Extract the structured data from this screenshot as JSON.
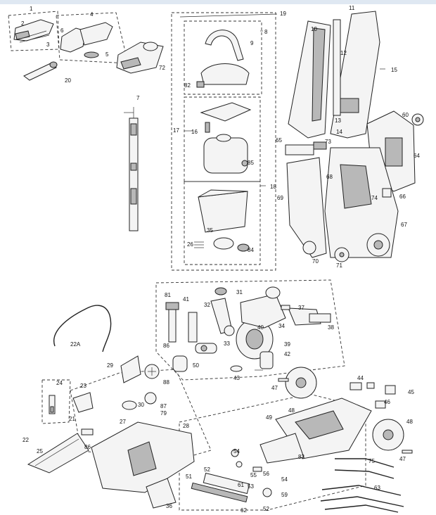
{
  "callouts": [
    {
      "id": "c1",
      "text": "1"
    },
    {
      "id": "c2",
      "text": "2"
    },
    {
      "id": "c3",
      "text": "3"
    },
    {
      "id": "c4",
      "text": "4"
    },
    {
      "id": "c5",
      "text": "5"
    },
    {
      "id": "c6",
      "text": "6"
    },
    {
      "id": "c7",
      "text": "7"
    },
    {
      "id": "c8",
      "text": "8"
    },
    {
      "id": "c9",
      "text": "9"
    },
    {
      "id": "c10",
      "text": "10"
    },
    {
      "id": "c11",
      "text": "11"
    },
    {
      "id": "c12",
      "text": "12"
    },
    {
      "id": "c13",
      "text": "13"
    },
    {
      "id": "c14",
      "text": "14"
    },
    {
      "id": "c15",
      "text": "15"
    },
    {
      "id": "c16",
      "text": "16"
    },
    {
      "id": "c17",
      "text": "17"
    },
    {
      "id": "c18",
      "text": "18"
    },
    {
      "id": "c19",
      "text": "19"
    },
    {
      "id": "c20",
      "text": "20"
    },
    {
      "id": "c21",
      "text": "21"
    },
    {
      "id": "c22",
      "text": "22"
    },
    {
      "id": "c22a",
      "text": "22A"
    },
    {
      "id": "c23",
      "text": "23"
    },
    {
      "id": "c24",
      "text": "24"
    },
    {
      "id": "c25",
      "text": "25"
    },
    {
      "id": "c26",
      "text": "26"
    },
    {
      "id": "c27",
      "text": "27"
    },
    {
      "id": "c28",
      "text": "28"
    },
    {
      "id": "c29",
      "text": "29"
    },
    {
      "id": "c30",
      "text": "30"
    },
    {
      "id": "c31",
      "text": "31"
    },
    {
      "id": "c32",
      "text": "32"
    },
    {
      "id": "c33",
      "text": "33"
    },
    {
      "id": "c34",
      "text": "34"
    },
    {
      "id": "c35",
      "text": "35"
    },
    {
      "id": "c36",
      "text": "36"
    },
    {
      "id": "c37",
      "text": "37"
    },
    {
      "id": "c38",
      "text": "38"
    },
    {
      "id": "c39",
      "text": "39"
    },
    {
      "id": "c40",
      "text": "40"
    },
    {
      "id": "c41",
      "text": "41"
    },
    {
      "id": "c42",
      "text": "42"
    },
    {
      "id": "c43",
      "text": "43"
    },
    {
      "id": "c44",
      "text": "44"
    },
    {
      "id": "c45",
      "text": "45"
    },
    {
      "id": "c46",
      "text": "46"
    },
    {
      "id": "c47a",
      "text": "47"
    },
    {
      "id": "c47b",
      "text": "47"
    },
    {
      "id": "c48a",
      "text": "48"
    },
    {
      "id": "c48b",
      "text": "48"
    },
    {
      "id": "c49",
      "text": "49"
    },
    {
      "id": "c50",
      "text": "50"
    },
    {
      "id": "c51",
      "text": "51"
    },
    {
      "id": "c52a",
      "text": "52"
    },
    {
      "id": "c52b",
      "text": "52"
    },
    {
      "id": "c53",
      "text": "53"
    },
    {
      "id": "c54a",
      "text": "54"
    },
    {
      "id": "c54b",
      "text": "54"
    },
    {
      "id": "c55",
      "text": "55"
    },
    {
      "id": "c56",
      "text": "56"
    },
    {
      "id": "c59",
      "text": "59"
    },
    {
      "id": "c60",
      "text": "60"
    },
    {
      "id": "c61",
      "text": "61"
    },
    {
      "id": "c62",
      "text": "62"
    },
    {
      "id": "c63",
      "text": "63"
    },
    {
      "id": "c64",
      "text": "64"
    },
    {
      "id": "c65",
      "text": "65"
    },
    {
      "id": "c66",
      "text": "66"
    },
    {
      "id": "c67",
      "text": "67"
    },
    {
      "id": "c68",
      "text": "68"
    },
    {
      "id": "c69",
      "text": "69"
    },
    {
      "id": "c70",
      "text": "70"
    },
    {
      "id": "c71",
      "text": "71"
    },
    {
      "id": "c72",
      "text": "72"
    },
    {
      "id": "c73",
      "text": "73"
    },
    {
      "id": "c74",
      "text": "74"
    },
    {
      "id": "c75",
      "text": "75"
    },
    {
      "id": "c79",
      "text": "79"
    },
    {
      "id": "c81",
      "text": "81"
    },
    {
      "id": "c82",
      "text": "82"
    },
    {
      "id": "c83",
      "text": "83"
    },
    {
      "id": "c84",
      "text": "84"
    },
    {
      "id": "c85",
      "text": "85"
    },
    {
      "id": "c86a",
      "text": "86"
    },
    {
      "id": "c86b",
      "text": "86"
    },
    {
      "id": "c87",
      "text": "87"
    },
    {
      "id": "c88",
      "text": "88"
    }
  ]
}
